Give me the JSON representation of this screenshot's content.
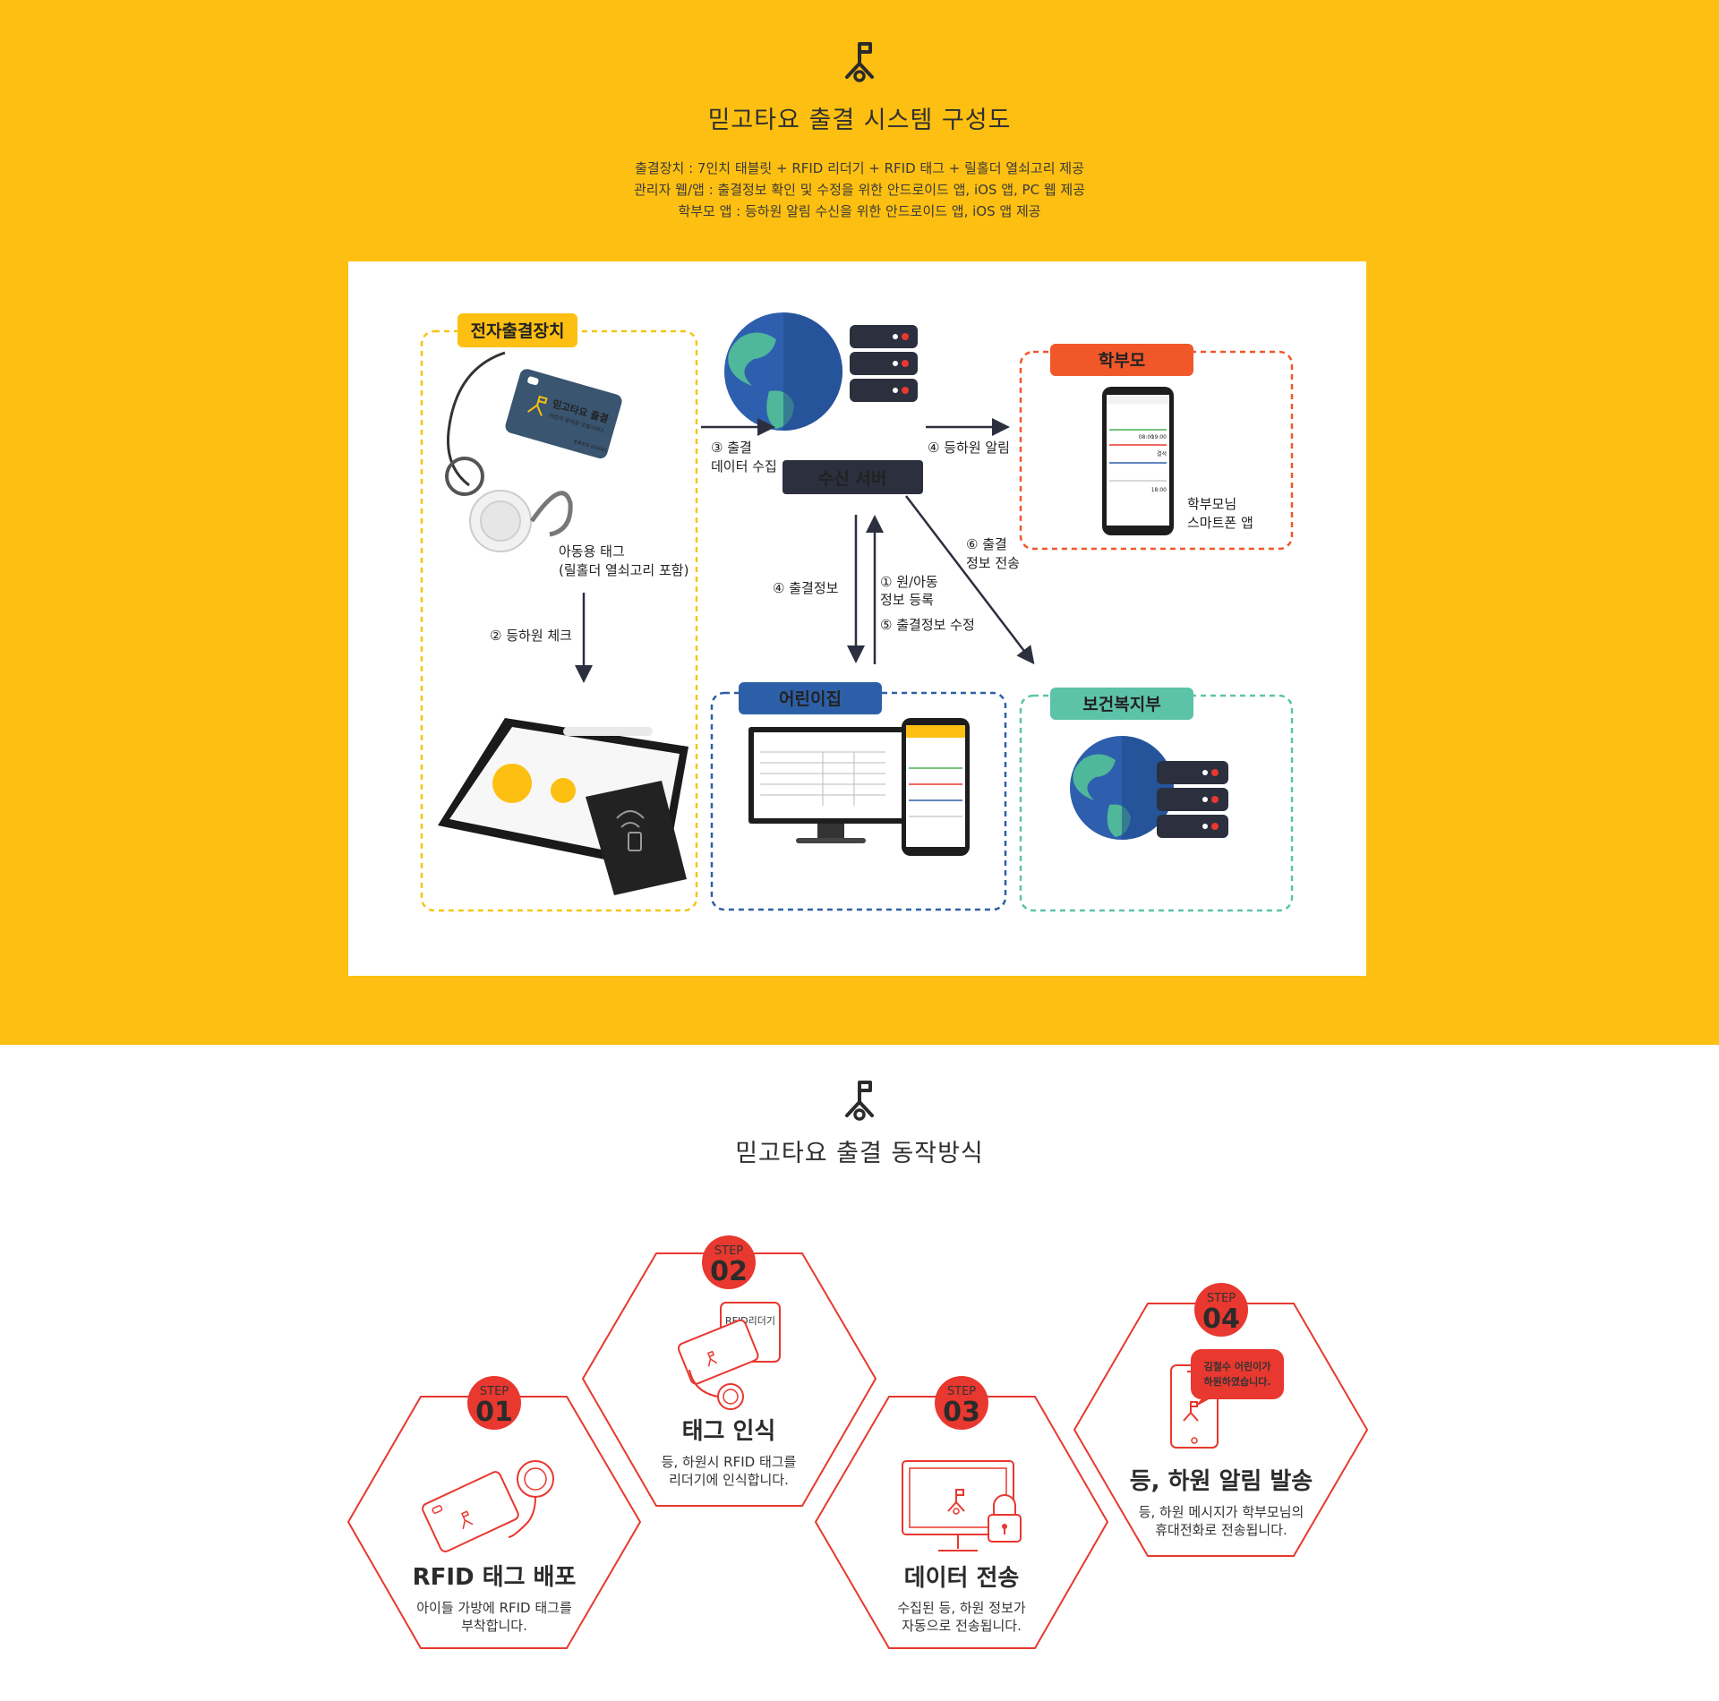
{
  "section1": {
    "title": "믿고타요 출결 시스템 구성도",
    "desc": [
      "출결장치 : 7인치 태블릿 + RFID 리더기 + RFID 태그 + 릴홀더 열쇠고리 제공",
      "관리자 웹/앱 : 출결정보 확인 및 수정을 위한 안드로이드 앱, iOS 앱, PC 웹 제공",
      "학부모 앱 : 등하원 알림 수신을 위한 안드로이드 앱, iOS 앱 제공"
    ]
  },
  "diagram": {
    "device_box": "전자출결장치",
    "tag_card": {
      "brand": "믿고타요 출결",
      "sub": "어린이 등하원 모빌서비스",
      "serial": "등록번호 000001"
    },
    "tag_caption": [
      "아동용 태그",
      "(릴홀더 열쇠고리 포함)"
    ],
    "check_label": "② 등하원 체크",
    "server_label": "수신 서버",
    "collect_label": [
      "③ 출결",
      "데이터 수집"
    ],
    "notify_label": "④ 등하원 알림",
    "parent_box": "학부모",
    "parent_caption": [
      "학부모님",
      "스마트폰 앱"
    ],
    "send_label": [
      "⑥ 출결",
      "정보 전송"
    ],
    "info_label": "④ 출결정보",
    "register_label": [
      "① 원/아동",
      "정보 등록"
    ],
    "modify_label": "⑤ 출결정보 수정",
    "daycare_box": "어린이집",
    "welfare_box": "보건복지부",
    "phone_times": {
      "in": "08:00",
      "out": "19:00",
      "absent": "결석",
      "late": "18:00"
    }
  },
  "section2": {
    "title": "믿고타요 출결 동작방식"
  },
  "steps": [
    {
      "step": "STEP",
      "num": "01",
      "title": "RFID 태그 배포",
      "desc": [
        "아이들 가방에 RFID 태그를",
        "부착합니다."
      ]
    },
    {
      "step": "STEP",
      "num": "02",
      "title": "태그 인식",
      "desc": [
        "등, 하원시 RFID 태그를",
        "리더기에 인식합니다."
      ],
      "reader_label": "RFID리더기"
    },
    {
      "step": "STEP",
      "num": "03",
      "title": "데이터 전송",
      "desc": [
        "수집된 등, 하원 정보가",
        "자동으로 전송됩니다."
      ]
    },
    {
      "step": "STEP",
      "num": "04",
      "title": "등, 하원 알림 발송",
      "desc": [
        "등, 하원 메시지가 학부모님의",
        "휴대전화로 전송됩니다."
      ],
      "bubble": [
        "김철수 어린이가",
        "하원하였습니다."
      ]
    }
  ],
  "colors": {
    "yellow": "#FDBF11",
    "orange": "#F0582A",
    "blue": "#2D5FA8",
    "teal": "#5CC3A9",
    "navy": "#2B2F3E",
    "red": "#E8382F",
    "device_border": "#F5C518",
    "parent_border": "#F0582A",
    "daycare_border": "#2D5FA8",
    "welfare_border": "#5CC3A9"
  },
  "icons": [
    "logo-icon",
    "globe-icon",
    "server-icon",
    "smartphone-icon",
    "tablet-icon",
    "rfid-reader-icon",
    "monitor-icon",
    "lock-icon",
    "rfid-tag-icon",
    "speech-bubble-icon"
  ]
}
